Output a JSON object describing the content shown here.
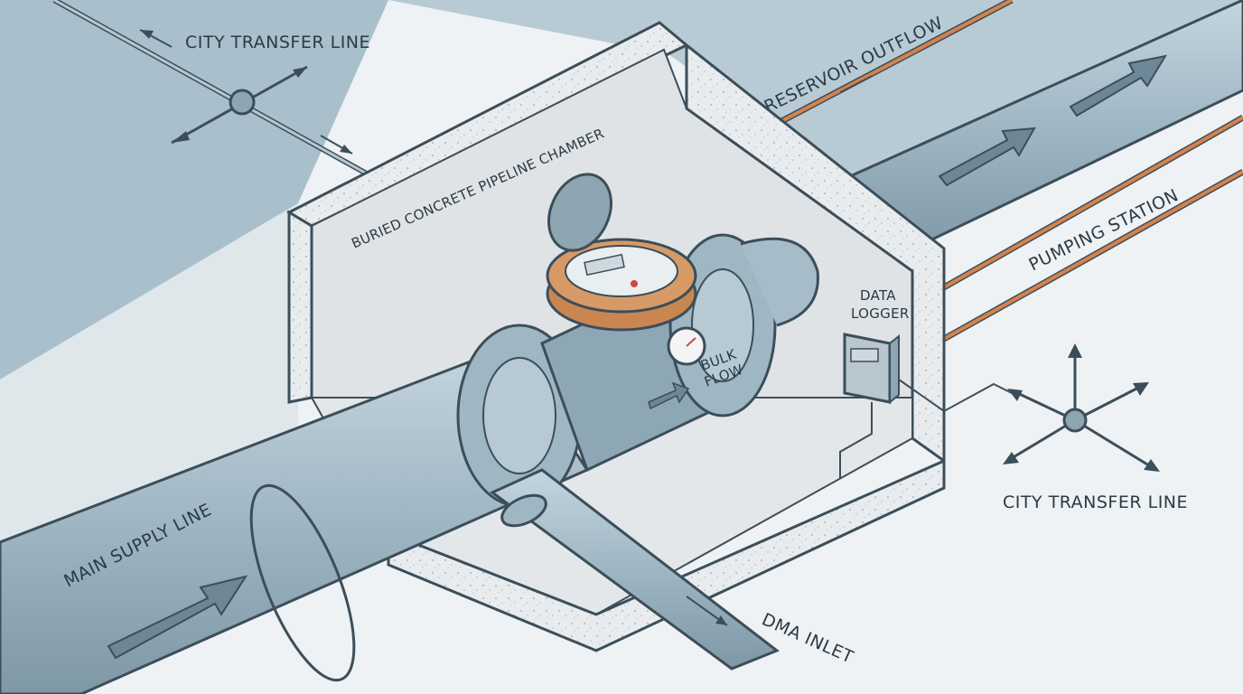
{
  "labels": {
    "city_transfer_top": "CITY TRANSFER LINE",
    "city_transfer_right": "CITY TRANSFER LINE",
    "reservoir_outflow": "RESERVOIR OUTFLOW",
    "pumping_station": "PUMPING STATION",
    "chamber": "BURIED CONCRETE PIPELINE CHAMBER",
    "data_logger_line1": "DATA",
    "data_logger_line2": "LOGGER",
    "bulk_flow_line1": "BULK",
    "bulk_flow_line2": "FLOW",
    "main_supply": "MAIN SUPPLY LINE",
    "dma_inlet": "DMA INLET"
  },
  "colors": {
    "background": "#eef2f4",
    "ground_blue": "#a9c0cc",
    "pipe": "#a6bdc9",
    "pipe_dark": "#7f98a6",
    "concrete": "#e6e9eb",
    "chamber_wall": "#dfe3e6",
    "copper": "#d79a66",
    "outline": "#3c4e5a",
    "line_orange": "#d6824c"
  }
}
